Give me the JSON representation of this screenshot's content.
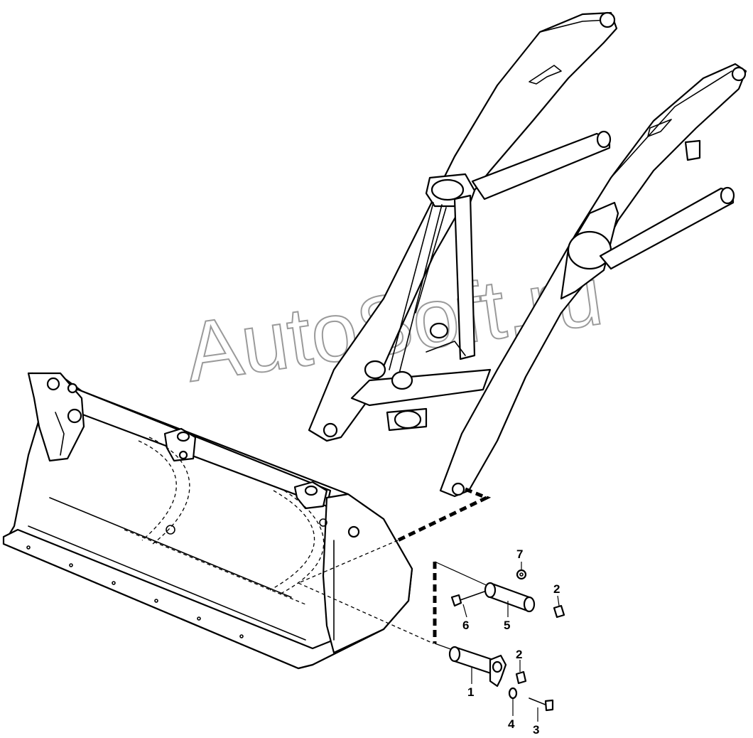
{
  "watermark": "AutoSoft.ru",
  "callouts": [
    "1",
    "2",
    "3",
    "4",
    "5",
    "6",
    "7",
    "2"
  ],
  "parts": {
    "loader_arms": "loader-arm-frame",
    "bucket": "bucket",
    "pin_1": "pivot-pin",
    "pin_5": "link-pin"
  }
}
